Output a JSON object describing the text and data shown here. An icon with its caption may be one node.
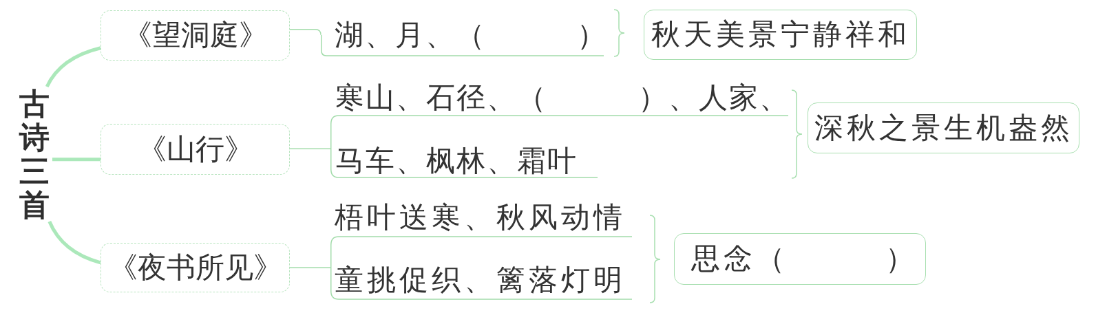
{
  "diagram": {
    "nodes": [
      {
        "text": [
          "古诗三首"
        ]
      },
      {
        "text": [
          "《望洞庭》"
        ]
      },
      {
        "text": [
          "湖、月、（　　　）"
        ]
      },
      {
        "text": [
          "秋天美景宁静祥和"
        ]
      },
      {
        "text": [
          "《山行》"
        ]
      },
      {
        "text": [
          "寒山、石径、（　　　）、人家、马车、枫林、霜叶"
        ]
      },
      {
        "text": [
          "深秋之景生机盎然"
        ]
      },
      {
        "text": [
          "《夜书所见》"
        ]
      },
      {
        "text": [
          "梧叶送寒、秋风动情童挑促织、篱落灯明"
        ]
      },
      {
        "text": [
          "思念（　　　）"
        ]
      }
    ],
    "edges": [
      {
        "from": 0,
        "to": 1,
        "arrow": "none",
        "style": "thick"
      },
      {
        "from": 0,
        "to": 4,
        "arrow": "none",
        "style": "thick"
      },
      {
        "from": 0,
        "to": 7,
        "arrow": "none",
        "style": "thick"
      },
      {
        "from": 1,
        "to": 2,
        "arrow": "none"
      },
      {
        "from": 4,
        "to": 5,
        "arrow": "none"
      },
      {
        "from": 7,
        "to": 8,
        "arrow": "none"
      }
    ]
  }
}
